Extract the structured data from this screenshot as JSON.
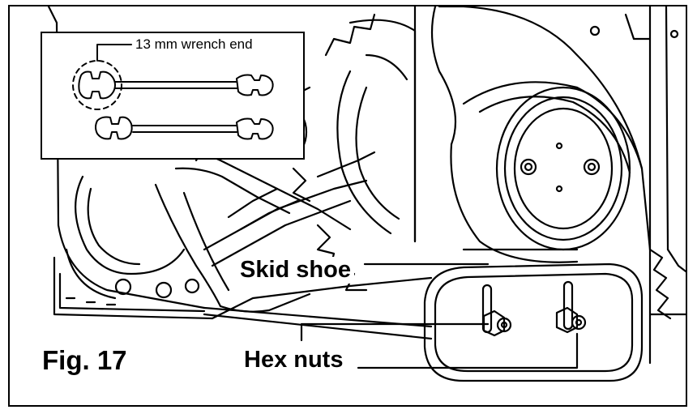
{
  "figure": {
    "label": "Fig. 17"
  },
  "callouts": {
    "skid_shoe": "Skid shoe",
    "hex_nuts": "Hex nuts"
  },
  "inset": {
    "wrench_callout": "13 mm wrench end"
  },
  "colors": {
    "line": "#000000",
    "background": "#ffffff"
  }
}
